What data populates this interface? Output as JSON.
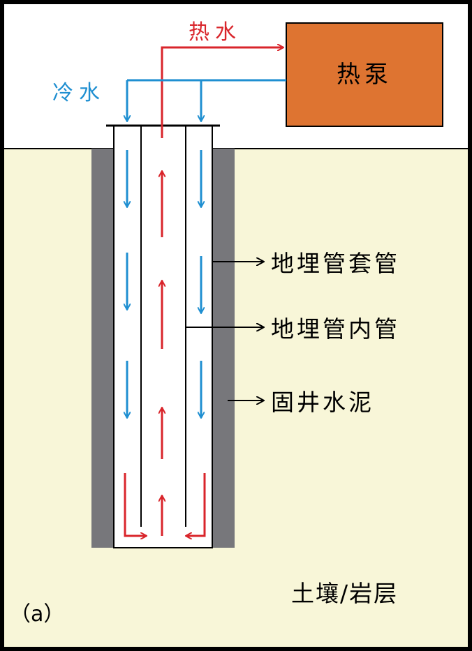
{
  "labels": {
    "hot_water": "热水",
    "cold_water": "冷水",
    "heat_pump": "热泵",
    "outer_pipe": "地埋管套管",
    "inner_pipe": "地埋管内管",
    "grout": "固井水泥",
    "soil_rock": "土壤/岩层",
    "panel": "（a）"
  },
  "colors": {
    "hot": "#d9252b",
    "cold": "#1f8fd1",
    "heat_pump_fill": "#de7431",
    "ground": "#f8f6d8",
    "grout": "#77777b",
    "frame": "#000000"
  }
}
